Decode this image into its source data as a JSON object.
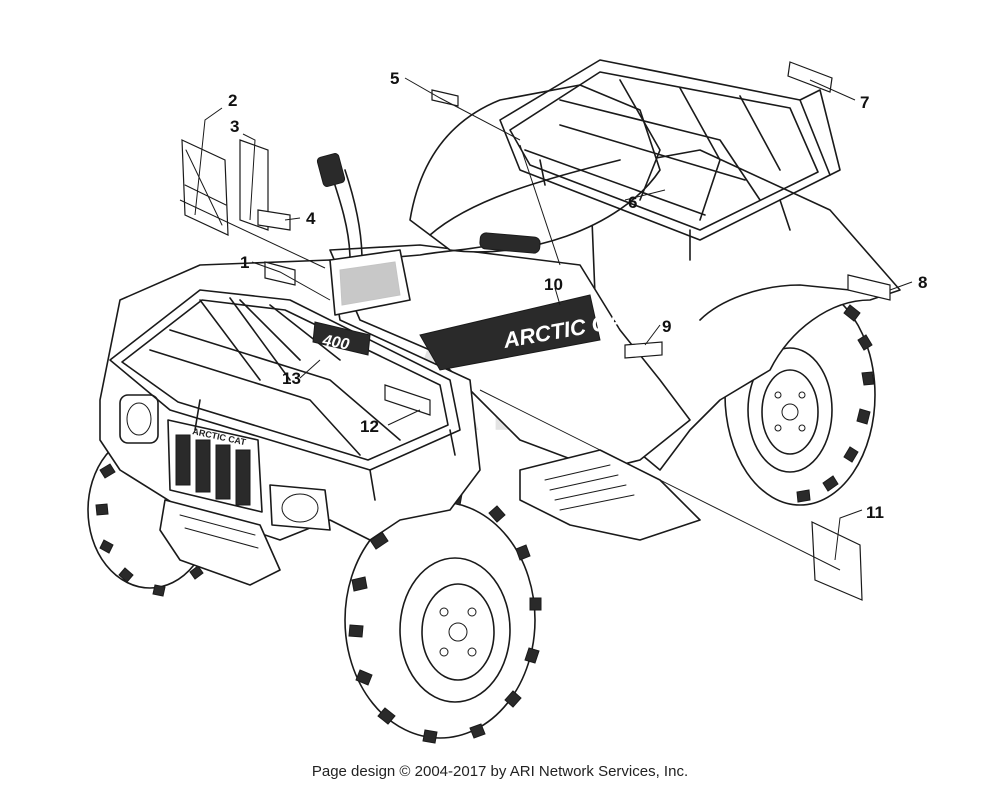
{
  "watermark": "ARI",
  "callouts": [
    {
      "id": "1",
      "label": "1"
    },
    {
      "id": "2",
      "label": "2"
    },
    {
      "id": "3",
      "label": "3"
    },
    {
      "id": "4",
      "label": "4"
    },
    {
      "id": "5",
      "label": "5"
    },
    {
      "id": "6",
      "label": "6"
    },
    {
      "id": "7",
      "label": "7"
    },
    {
      "id": "8",
      "label": "8"
    },
    {
      "id": "9",
      "label": "9"
    },
    {
      "id": "10",
      "label": "10"
    },
    {
      "id": "11",
      "label": "11"
    },
    {
      "id": "12",
      "label": "12"
    },
    {
      "id": "13",
      "label": "13"
    }
  ],
  "decals": {
    "side_brand": "ARCTIC CAT",
    "model_400": "400",
    "grille_brand": "ARCTIC CAT"
  },
  "footer": {
    "copyright": "Page design © 2004-2017 by ARI Network Services, Inc."
  }
}
